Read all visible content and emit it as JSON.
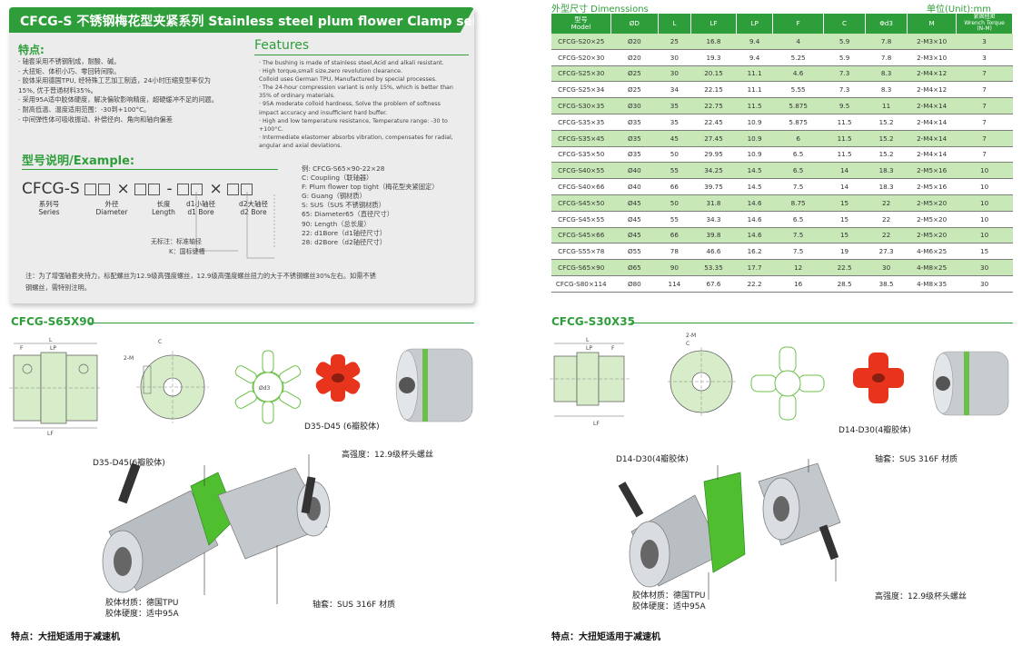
{
  "header": {
    "title": "CFCG-S 不锈钢梅花型夹紧系列 Stainless steel plum flower Clamp series"
  },
  "features_cn": {
    "heading": "特点:",
    "items": [
      "· 轴套采用不锈钢制成，耐酸、碱。",
      "· 大扭矩、体积小巧、零回转间隙。",
      "· 胶体采用德国TPU, 经特殊工艺加工制造，24小时压缩变型率仅为",
      "  15%, 优于普通材料35%。",
      "· 采用95A适中胶体硬度，解决偏软影响精度，超硬缓冲不足的问题。",
      "· 耐高低温、温度适用范围：-30到+100°C。",
      "· 中间弹性体可吸收振动、补偿径向、角向和轴向偏差"
    ]
  },
  "features_en": {
    "heading": "Features",
    "items": [
      "· The bushing is made of stainless steel,Acid and alkali resistant.",
      "· High torque,small size,zero revolution clearance.",
      "  Colloid uses German TPU, Manufactured by special processes.",
      "· The 24-hour compression variant is only 15%, which is better than",
      "  35% of ordinary materials.",
      "· 95A moderate colloid hardness, Solve the problem of softness",
      "  impact accuracy and insufficient hard buffer.",
      "· High and low temperature resistance, Temperature range: -30 to",
      "  +100°C.",
      "· Intermediate elastomer absorbs vibration, compensates for radial,",
      "  angular and axial deviations."
    ]
  },
  "example": {
    "heading": "型号说明/Example:",
    "prefix": "CFCG-S",
    "times1": "×",
    "dash": "-",
    "times2": "×",
    "labels": [
      {
        "cn": "系列号",
        "en": "Series"
      },
      {
        "cn": "外径",
        "en": "Diameter"
      },
      {
        "cn": "长度",
        "en": "Length"
      },
      {
        "cn": "d1小轴径",
        "en": "d1 Bore"
      },
      {
        "cn": "d2大轴径",
        "en": "d2 Bore"
      }
    ],
    "legend": [
      "例: CFCG-S65×90-22×28",
      "C: Coupling（联轴器）",
      "F: Plum flower top tight（梅花型夹紧固定）",
      "G: Guang（钢材质）",
      "S: SUS（SUS 不锈钢材质）",
      "65: Diameter65（直径尺寸）",
      "90: Length（总长度）",
      "22: d1Bore（d1轴径尺寸）",
      "28: d2Bore（d2轴径尺寸）"
    ],
    "note_standard": "无标注：标准轴径",
    "note_k": "K：国标键槽"
  },
  "footnote": [
    "注：为了增强轴套夹持力，标配螺丝为12.9级高强度螺丝，12.9级高强度螺丝扭力的大于不锈钢螺丝30%左右。如需不锈",
    "钢螺丝，需特别注明。"
  ],
  "dimensions": {
    "title": "外型尺寸 Dimenssions",
    "unit": "单位(Unit):mm",
    "columns": [
      "型号\nModel",
      "ØD",
      "L",
      "LF",
      "LP",
      "F",
      "C",
      "Φd3",
      "M",
      "紧固扭矩\nWrench Torque\n(N-M)"
    ],
    "rows": [
      [
        "CFCG-S20×25",
        "Ø20",
        "25",
        "16.8",
        "9.4",
        "4",
        "5.9",
        "7.8",
        "2-M3×10",
        "3"
      ],
      [
        "CFCG-S20×30",
        "Ø20",
        "30",
        "19.3",
        "9.4",
        "5.25",
        "5.9",
        "7.8",
        "2-M3×10",
        "3"
      ],
      [
        "CFCG-S25×30",
        "Ø25",
        "30",
        "20.15",
        "11.1",
        "4.6",
        "7.3",
        "8.3",
        "2-M4×12",
        "7"
      ],
      [
        "CFCG-S25×34",
        "Ø25",
        "34",
        "22.15",
        "11.1",
        "5.55",
        "7.3",
        "8.3",
        "2-M4×12",
        "7"
      ],
      [
        "CFCG-S30×35",
        "Ø30",
        "35",
        "22.75",
        "11.5",
        "5.875",
        "9.5",
        "11",
        "2-M4×14",
        "7"
      ],
      [
        "CFCG-S35×35",
        "Ø35",
        "35",
        "22.45",
        "10.9",
        "5.875",
        "11.5",
        "15.2",
        "2-M4×14",
        "7"
      ],
      [
        "CFCG-S35×45",
        "Ø35",
        "45",
        "27.45",
        "10.9",
        "6",
        "11.5",
        "15.2",
        "2-M4×14",
        "7"
      ],
      [
        "CFCG-S35×50",
        "Ø35",
        "50",
        "29.95",
        "10.9",
        "6.5",
        "11.5",
        "15.2",
        "2-M4×14",
        "7"
      ],
      [
        "CFCG-S40×55",
        "Ø40",
        "55",
        "34.25",
        "14.5",
        "6.5",
        "14",
        "18.3",
        "2-M5×16",
        "10"
      ],
      [
        "CFCG-S40×66",
        "Ø40",
        "66",
        "39.75",
        "14.5",
        "7.5",
        "14",
        "18.3",
        "2-M5×16",
        "10"
      ],
      [
        "CFCG-S45×50",
        "Ø45",
        "50",
        "31.8",
        "14.6",
        "8.75",
        "15",
        "22",
        "2-M5×20",
        "10"
      ],
      [
        "CFCG-S45×55",
        "Ø45",
        "55",
        "34.3",
        "14.6",
        "6.5",
        "15",
        "22",
        "2-M5×20",
        "10"
      ],
      [
        "CFCG-S45×66",
        "Ø45",
        "66",
        "39.8",
        "14.6",
        "7.5",
        "15",
        "22",
        "2-M5×20",
        "10"
      ],
      [
        "CFCG-S55×78",
        "Ø55",
        "78",
        "46.6",
        "16.2",
        "7.5",
        "19",
        "27.3",
        "4-M6×25",
        "15"
      ],
      [
        "CFCG-S65×90",
        "Ø65",
        "90",
        "53.35",
        "17.7",
        "12",
        "22.5",
        "30",
        "4-M8×25",
        "30"
      ],
      [
        "CFCG-S80×114",
        "Ø80",
        "114",
        "67.6",
        "22.2",
        "16",
        "28.5",
        "38.5",
        "4-M8×35",
        "30"
      ]
    ]
  },
  "left_product": {
    "title": "CFCG-S65X90",
    "drawing_labels": {
      "l": "L",
      "lp": "LP",
      "f": "F",
      "lf": "LF",
      "c": "C",
      "m": "2-M",
      "d3": "Ød3"
    },
    "spider_caption": "D35-D45 (6瓣胶体)",
    "callout_spider": "D35-D45(6瓣胶体)",
    "callout_screw": "高强度：12.9级杯头螺丝",
    "callout_material1": "胶体材质：德国TPU",
    "callout_material2": "胶体硬度：适中95A",
    "callout_sleeve": "轴套：SUS 316F 材质",
    "feature": "特点：大扭矩适用于减速机"
  },
  "right_product": {
    "title": "CFCG-S30X35",
    "drawing_labels": {
      "l": "L",
      "lp": "LP",
      "f": "F",
      "lf": "LF",
      "c": "C",
      "m": "2-M"
    },
    "spider_caption": "D14-D30(4瓣胶体)",
    "callout_spider": "D14-D30(4瓣胶体)",
    "callout_sleeve": "轴套：SUS 316F 材质",
    "callout_material1": "胶体材质：德国TPU",
    "callout_material2": "胶体硬度：适中95A",
    "callout_screw": "高强度：12.9级杯头螺丝",
    "feature": "特点：大扭矩适用于减速机"
  },
  "colors": {
    "brand_green": "#2e9e3a",
    "row_green": "#c9e8b8",
    "spider_red": "#e8341c",
    "spider_green": "#4fbf2f"
  }
}
